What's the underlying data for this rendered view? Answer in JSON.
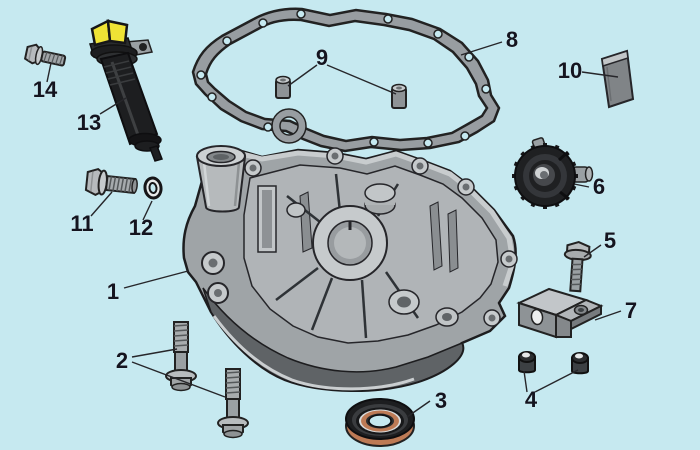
{
  "diagram": {
    "type": "exploded-parts-diagram",
    "subject": "engine-crankcase-cover-assembly",
    "background_color": "#c6e9f0",
    "label_color": "#14141f",
    "accent_colors": {
      "dipstick_cap_yellow": "#efe335",
      "oil_seal_copper": "#bd7a55",
      "part_gray": "#9fa4a7",
      "outline_black": "#1d1d1f"
    },
    "parts": [
      {
        "label": "1",
        "part": "crankcase-cover"
      },
      {
        "label": "2",
        "part": "flange-bolt-pair"
      },
      {
        "label": "3",
        "part": "oil-seal"
      },
      {
        "label": "4",
        "part": "dome-nut-pair"
      },
      {
        "label": "5",
        "part": "flange-bolt"
      },
      {
        "label": "6",
        "part": "governor-gear"
      },
      {
        "label": "7",
        "part": "anchor-bracket"
      },
      {
        "label": "8",
        "part": "cover-gasket"
      },
      {
        "label": "9",
        "part": "dowel-pin-pair"
      },
      {
        "label": "10",
        "part": "pad-plate"
      },
      {
        "label": "11",
        "part": "hex-bolt"
      },
      {
        "label": "12",
        "part": "sealing-washer"
      },
      {
        "label": "13",
        "part": "oil-dipstick"
      },
      {
        "label": "14",
        "part": "hex-bolt-small"
      }
    ]
  }
}
